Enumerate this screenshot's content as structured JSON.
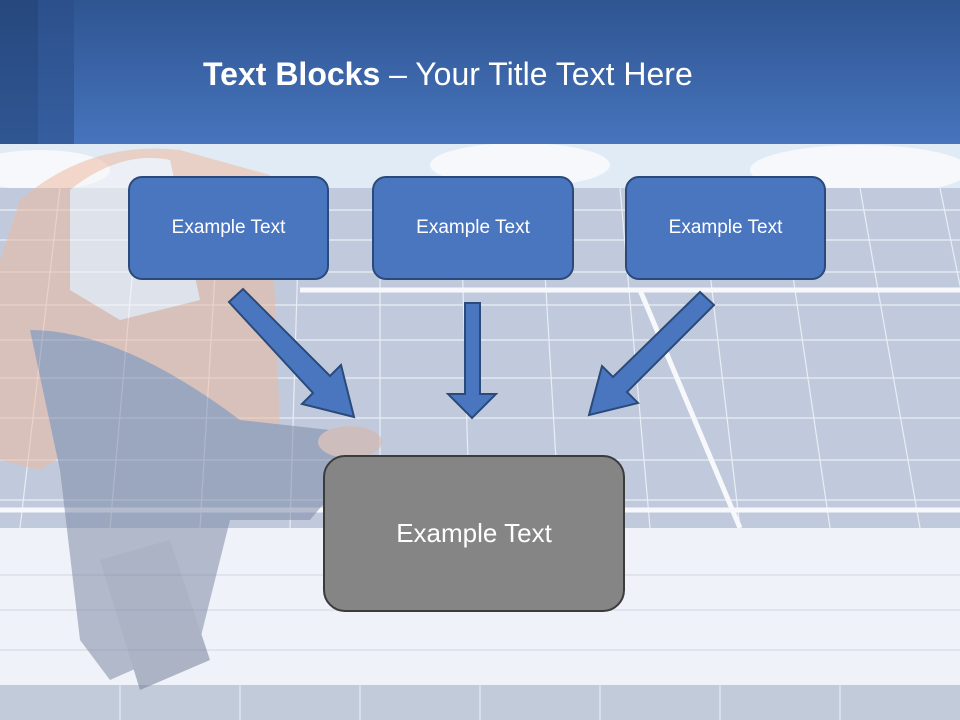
{
  "title": {
    "bold": "Text Blocks",
    "rest": " – Your Title Text Here"
  },
  "boxes": {
    "top_left": "Example Text",
    "top_center": "Example Text",
    "top_right": "Example Text",
    "bottom": "Example Text"
  },
  "colors": {
    "header": "#4674bd",
    "box_fill": "#4a76c0",
    "box_border": "#2a4a7a",
    "main_box_fill": "#858585",
    "arrow_fill": "#4a76c0"
  }
}
